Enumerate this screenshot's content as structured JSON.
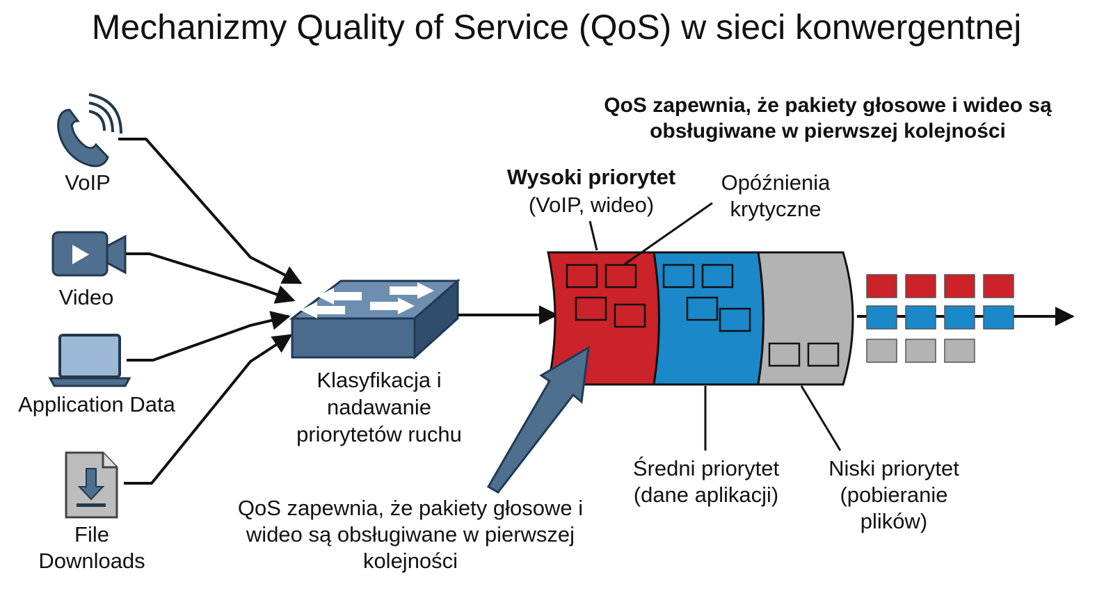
{
  "title": "Mechanizmy Quality of Service (QoS) w sieci konwergentnej",
  "sources": [
    {
      "icon": "phone-icon",
      "label": "VoIP"
    },
    {
      "icon": "video-camera-icon",
      "label": "Video"
    },
    {
      "icon": "laptop-icon",
      "label": "Application Data"
    },
    {
      "icon": "file-download-icon",
      "label": "File Downloads"
    }
  ],
  "switch": {
    "icon": "network-switch-icon",
    "label": "Klasyfikacja i nadawanie priorytetów ruchu"
  },
  "queues": {
    "high": {
      "title": "Wysoki priorytet",
      "detail": "(VoIP, wideo)"
    },
    "latency_note": "Opóźnienia krytyczne",
    "medium": "Średni priorytet (dane aplikacji)",
    "low": "Niski priorytet (pobieranie plików)"
  },
  "notes": {
    "top_right": "QoS zapewnia, że pakiety głosowe i wideo są obsługiwane w pierwszej kolejności",
    "bottom": "QoS zapewnia, że pakiety głosowe i wideo są obsługiwane w pierwszej kolejności"
  },
  "colors": {
    "high": "#cc2229",
    "medium": "#1a88c9",
    "low": "#b3b3b3",
    "icon": "#4f6f8f",
    "line": "#111111"
  }
}
